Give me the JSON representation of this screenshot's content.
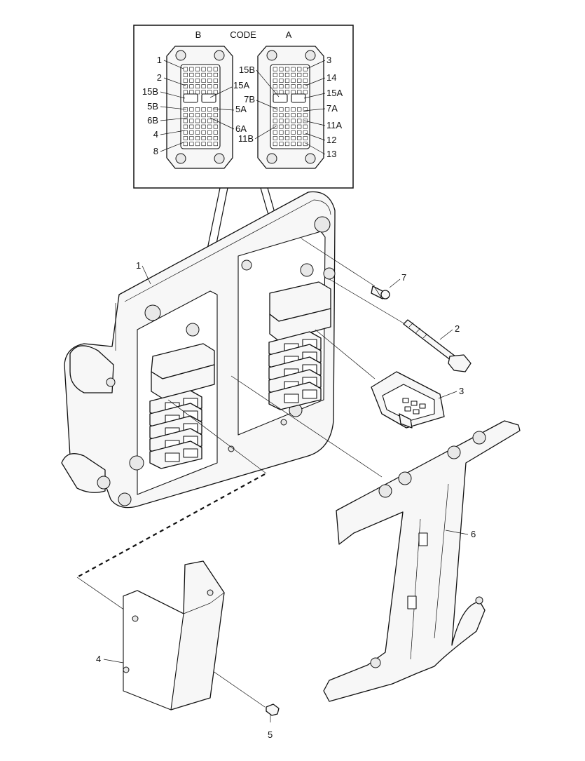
{
  "inset": {
    "header_b": "B",
    "header_code": "CODE",
    "header_a": "A",
    "left_labels": [
      "1",
      "2",
      "15B",
      "5B",
      "6B",
      "4",
      "8"
    ],
    "left_inner_labels": [
      "15A",
      "5A",
      "6A"
    ],
    "right_inner_labels": [
      "15B",
      "7B",
      "11B"
    ],
    "right_labels": [
      "3",
      "14",
      "15A",
      "7A",
      "11A",
      "12",
      "13"
    ]
  },
  "callouts": {
    "c1": "1",
    "c2": "2",
    "c3": "3",
    "c4": "4",
    "c5": "5",
    "c6": "6",
    "c7": "7"
  }
}
